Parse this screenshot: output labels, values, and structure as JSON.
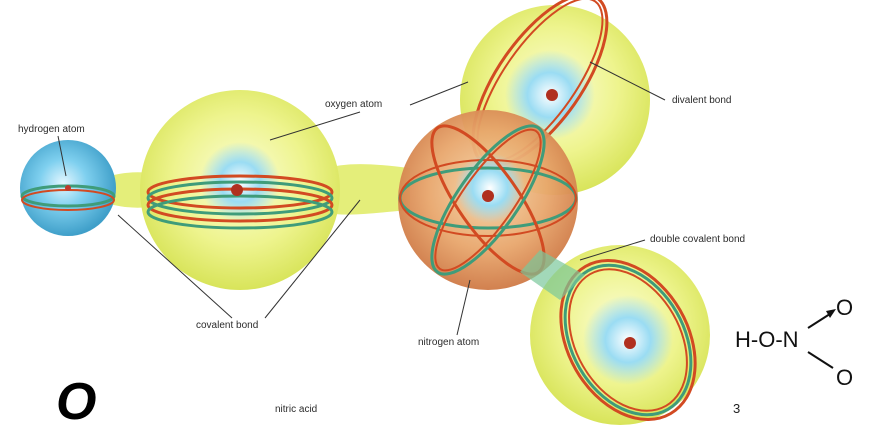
{
  "labels": {
    "hydrogen": "hydrogen atom",
    "oxygen": "oxygen atom",
    "divalent": "divalent bond",
    "double_covalent": "double covalent bond",
    "covalent": "covalent bond",
    "nitrogen": "nitrogen atom",
    "nitric_acid": "nitric acid"
  },
  "page_number": "3",
  "formula": {
    "hon": "H-O-N",
    "o_top": "O",
    "o_bottom": "O"
  },
  "corner_glyph": "O",
  "colors": {
    "sphere_yellow": "#f2f59a",
    "core_blue": "#6cc3e6",
    "orbit_red": "#d24a22",
    "orbit_green": "#3f9c7a",
    "nitrogen_orange": "#e8a06a"
  }
}
